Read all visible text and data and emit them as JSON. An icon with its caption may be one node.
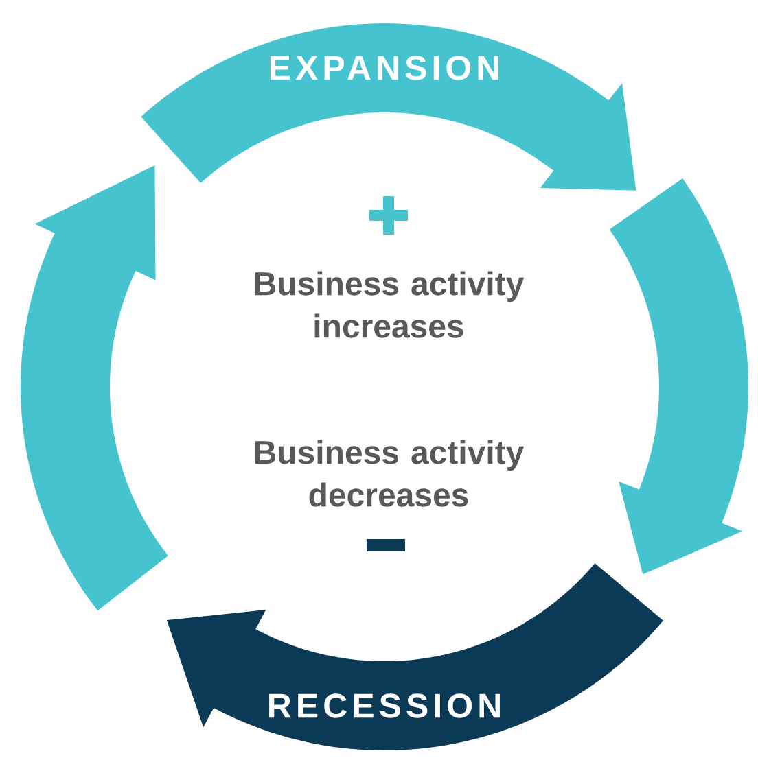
{
  "diagram": {
    "nodes": [
      {
        "text": [
          "EXPANSION"
        ]
      },
      {
        "text": [],
        "shape": "arrow"
      },
      {
        "text": [
          "RECESSION"
        ]
      },
      {
        "text": [],
        "shape": "arrow"
      }
    ],
    "labels": [
      "Business activity increases",
      "Business activity decreases"
    ]
  }
}
